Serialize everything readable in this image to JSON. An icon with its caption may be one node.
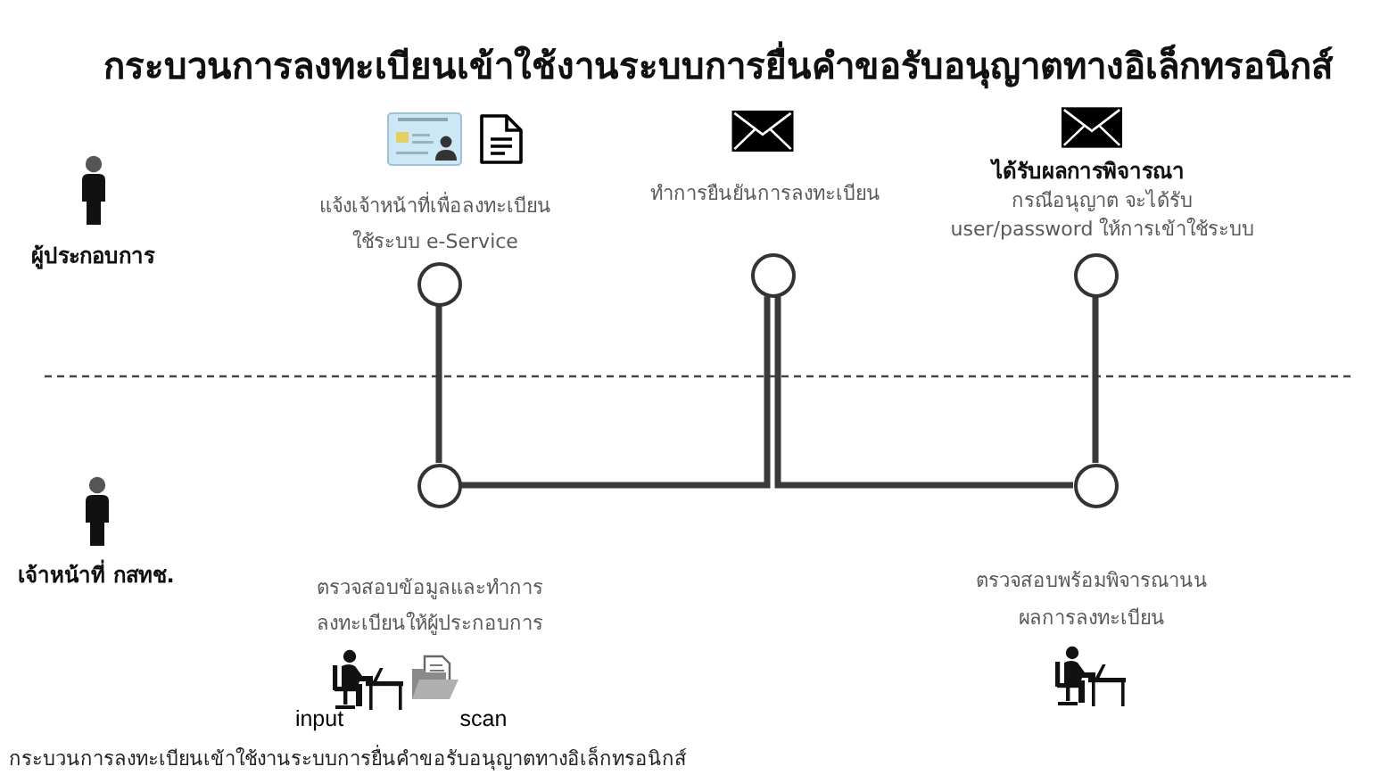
{
  "diagram": {
    "title": "กระบวนการลงทะเบียนเข้าใช้งานระบบการยื่นคำขอรับอนุญาตทางอิเล็กทรอนิกส์",
    "caption": "กระบวนการลงทะเบียนเข้าใช้งานระบบการยื่นคำขอรับอนุญาตทางอิเล็กทรอนิกส์",
    "nodes": [
      {
        "text": [],
        "shape": "circle",
        "beside": [
          "แจ้งเจ้าหน้าที่เพื่อลงทะเบียน ใช้ระบบ e-Service"
        ]
      },
      {
        "text": [],
        "shape": "circle",
        "beside": [
          "ทำการยืนยันการลงทะเบียน"
        ]
      },
      {
        "text": [],
        "shape": "circle",
        "beside": [
          "ได้รับผลการพิจารณา",
          "กรณีอนุญาต จะได้รับ user/password ให้การเข้าใช้ระบบ"
        ]
      },
      {
        "text": [],
        "shape": "circle",
        "beside": [
          "ตรวจสอบข้อมูลและทำการ ลงทะเบียนให้ผู้ประกอบการ"
        ]
      },
      {
        "text": [],
        "shape": "circle",
        "beside": [
          "ตรวจสอบพร้อมพิจารณานน ผลการลงทะเบียน"
        ]
      }
    ],
    "edges": [
      {
        "from": 0,
        "to": 3,
        "arrow": "none"
      },
      {
        "from": 3,
        "to": 1,
        "arrow": "none"
      },
      {
        "from": 1,
        "to": 4,
        "arrow": "none"
      },
      {
        "from": 2,
        "to": 4,
        "arrow": "none"
      }
    ],
    "labels": [
      "ผู้ประกอบการ",
      "เจ้าหน้าที่ กสทช.",
      "input",
      "scan"
    ]
  }
}
